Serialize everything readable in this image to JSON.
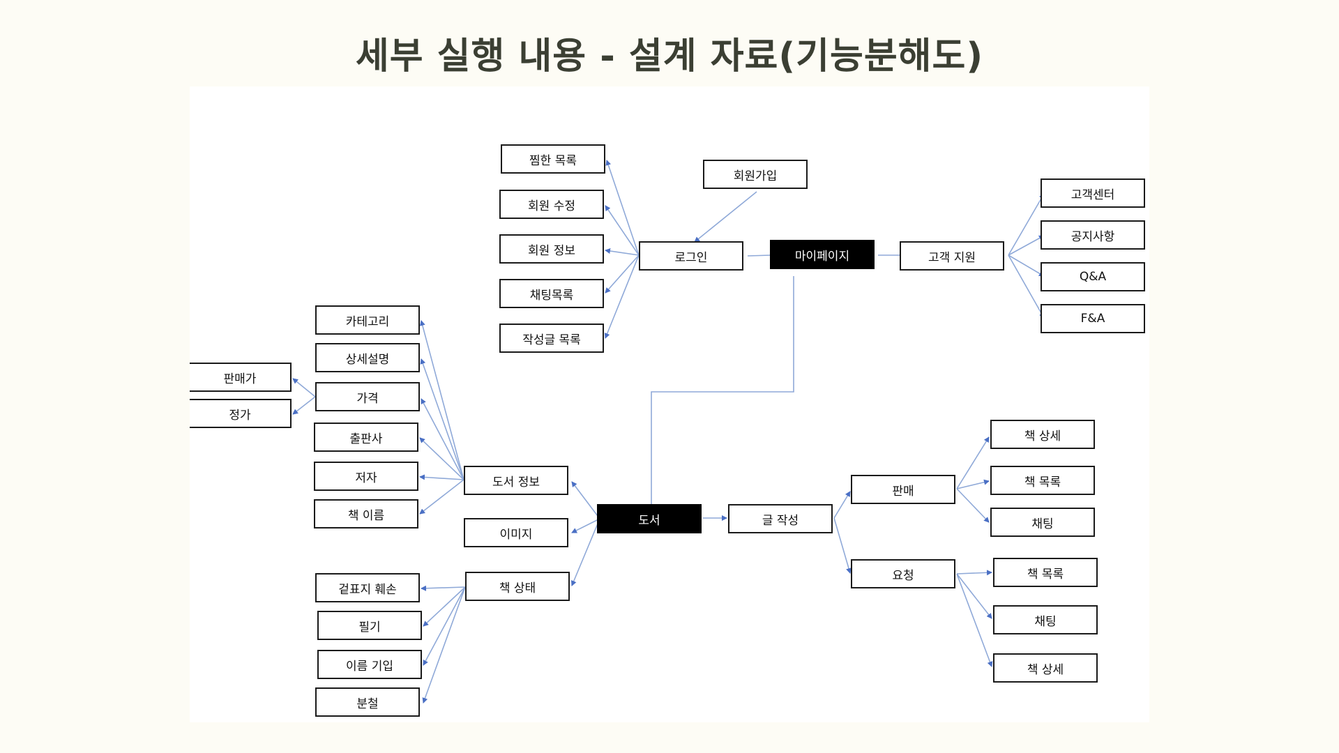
{
  "title": "세부 실행 내용 - 설계 자료(기능분해도)",
  "colors": {
    "background": "#fdfcf5",
    "line": "#8fa9d8",
    "arrow": "#4a6fc4",
    "dark_node": "#000000"
  },
  "nodes": {
    "mypage": "마이페이지",
    "login": "로그인",
    "signup": "회원가입",
    "wishlist": "찜한 목록",
    "member_edit": "회원 수정",
    "member_info": "회원 정보",
    "chat_list": "채팅목록",
    "post_list": "작성글 목록",
    "support": "고객 지원",
    "cs_center": "고객센터",
    "notice": "공지사항",
    "qna": "Q&A",
    "fna": "F&A",
    "book": "도서",
    "book_info": "도서 정보",
    "image": "이미지",
    "book_status": "책 상태",
    "category": "카테고리",
    "description": "상세설명",
    "price": "가격",
    "sale_price": "판매가",
    "list_price": "정가",
    "publisher": "출판사",
    "author": "저자",
    "book_name": "책 이름",
    "cover_damage": "겉표지 훼손",
    "notes": "필기",
    "name_written": "이름 기입",
    "binding_tear": "분철",
    "write_post": "글 작성",
    "sell": "판매",
    "request": "요청",
    "sell_detail": "책 상세",
    "sell_list": "책 목록",
    "sell_chat": "채팅",
    "req_list": "책 목록",
    "req_chat": "채팅",
    "req_detail": "책 상세"
  }
}
